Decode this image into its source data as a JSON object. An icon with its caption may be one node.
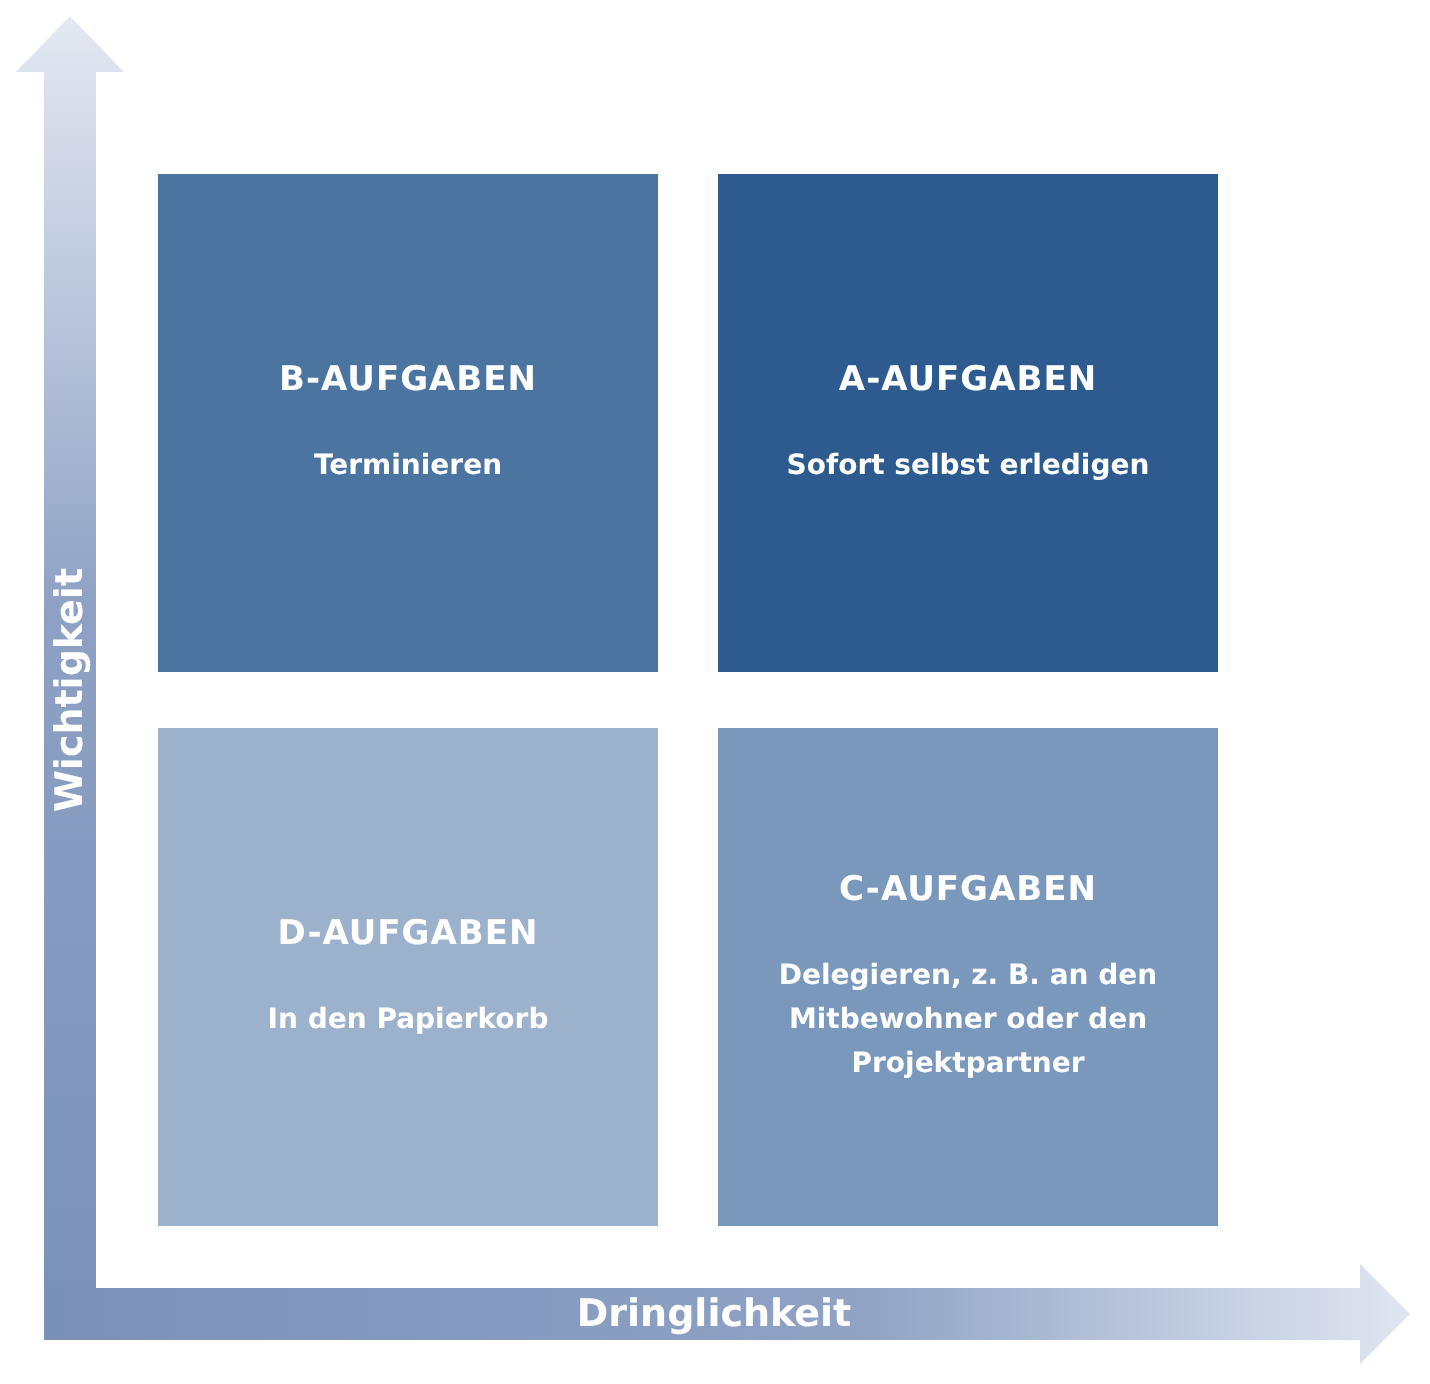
{
  "diagram": {
    "nodes": [
      {
        "text": [
          "B-AUFGABEN",
          "Terminieren"
        ]
      },
      {
        "text": [
          "A-AUFGABEN",
          "Sofort selbst erledigen"
        ]
      },
      {
        "text": [
          "D-AUFGABEN",
          "In den Papierkorb"
        ]
      },
      {
        "text": [
          "C-AUFGABEN",
          "Delegieren, z. B. an den Mitbewohner oder den Projektpartner"
        ]
      }
    ],
    "edges": [],
    "labels": [
      "Wichtigkeit",
      "Dringlichkeit"
    ]
  }
}
